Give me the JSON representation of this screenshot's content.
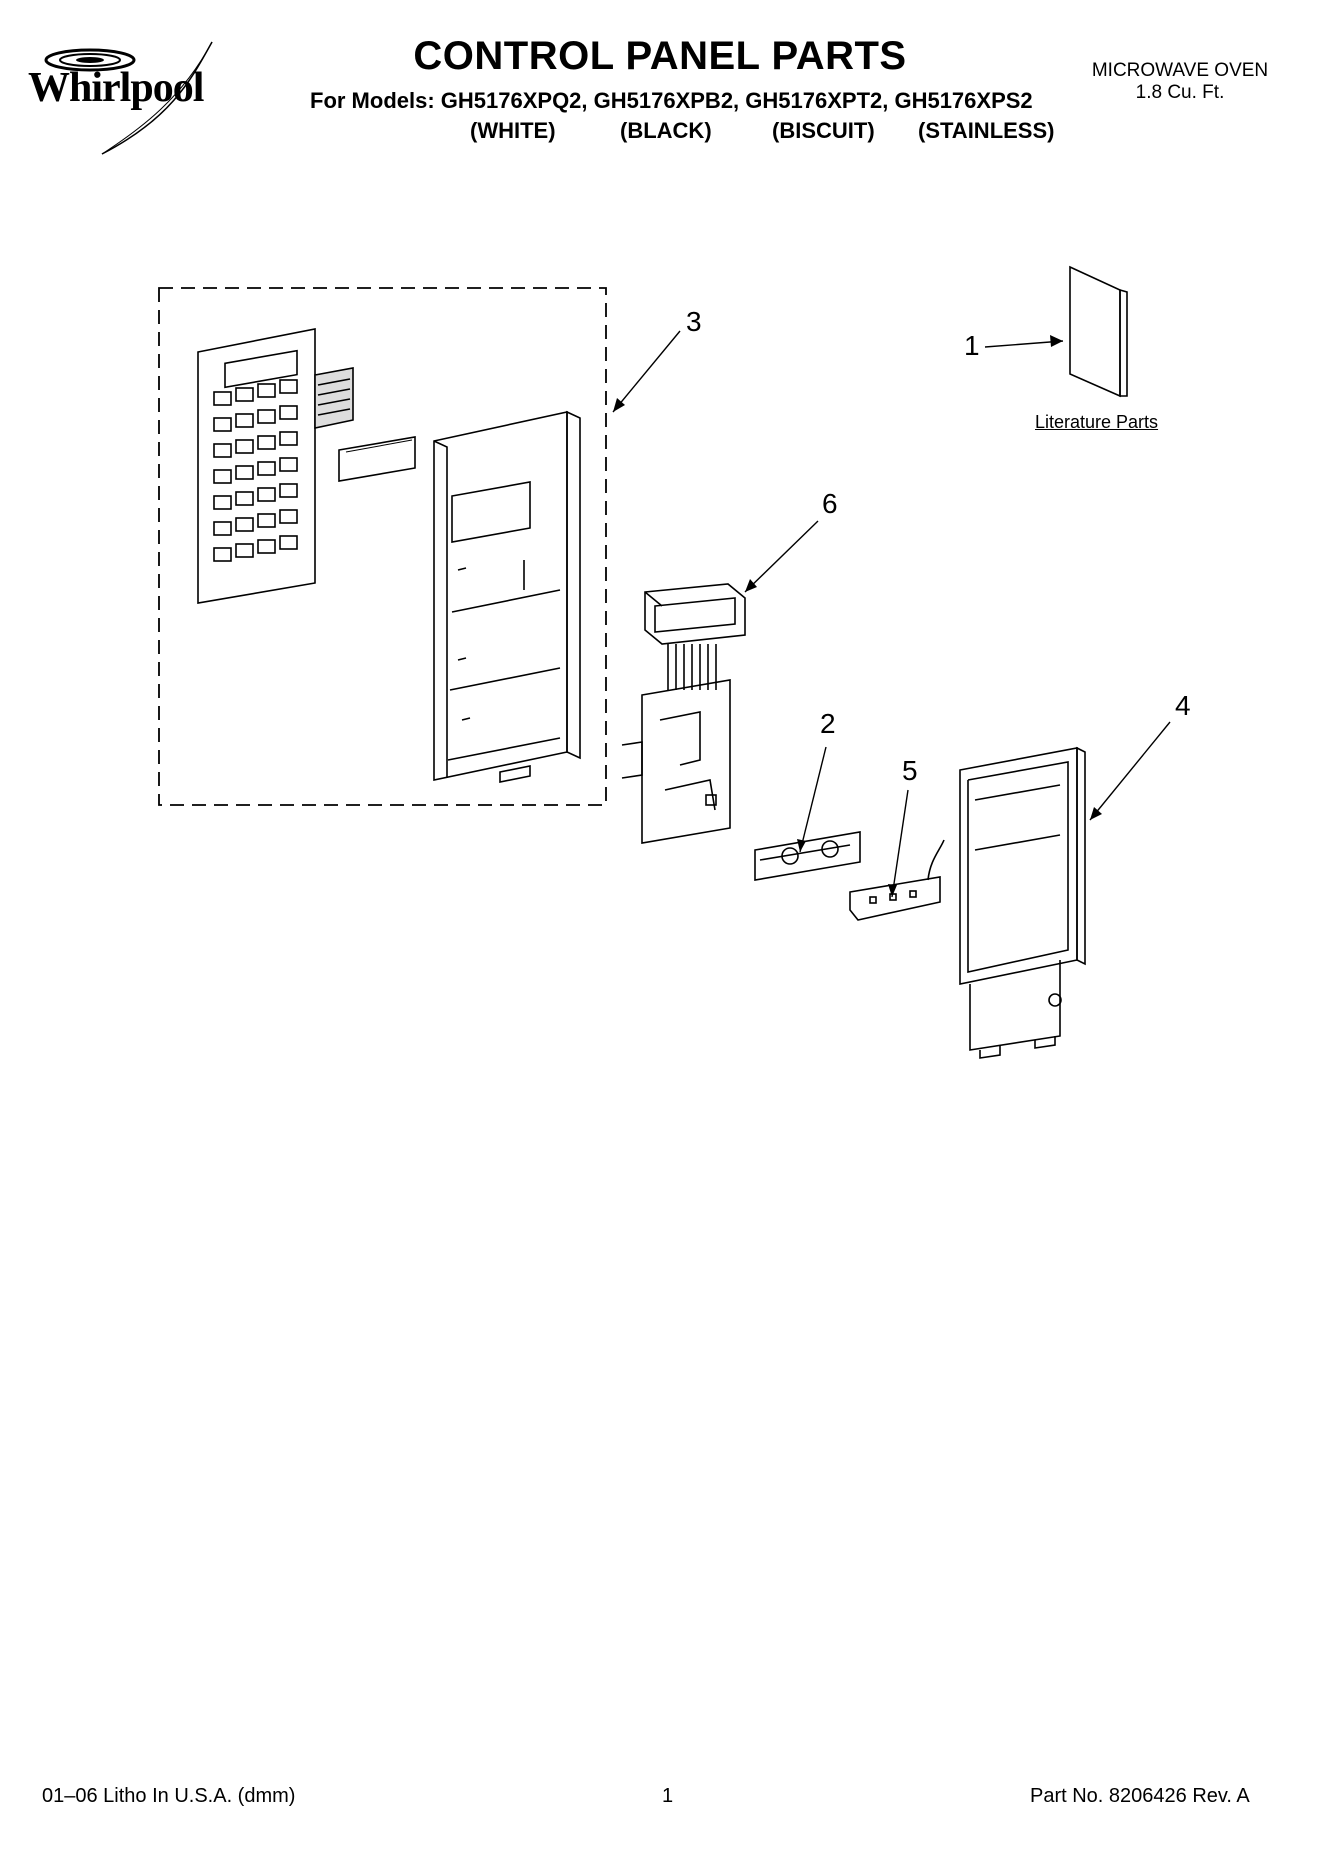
{
  "header": {
    "brand": "Whirlpool",
    "title": "CONTROL PANEL PARTS",
    "models_line": "For Models: GH5176XPQ2, GH5176XPB2, GH5176XPT2, GH5176XPS2",
    "colors": [
      "(WHITE)",
      "(BLACK)",
      "(BISCUIT)",
      "(STAINLESS)"
    ],
    "product": "MICROWAVE OVEN",
    "capacity": "1.8 Cu. Ft."
  },
  "diagram": {
    "callouts": [
      {
        "id": "1",
        "label": "1"
      },
      {
        "id": "2",
        "label": "2"
      },
      {
        "id": "3",
        "label": "3"
      },
      {
        "id": "4",
        "label": "4"
      },
      {
        "id": "5",
        "label": "5"
      },
      {
        "id": "6",
        "label": "6"
      }
    ],
    "literature_label": "Literature Parts"
  },
  "footer": {
    "left": "01–06 Litho In U.S.A. (dmm)",
    "page": "1",
    "right": "Part No. 8206426 Rev. A"
  }
}
